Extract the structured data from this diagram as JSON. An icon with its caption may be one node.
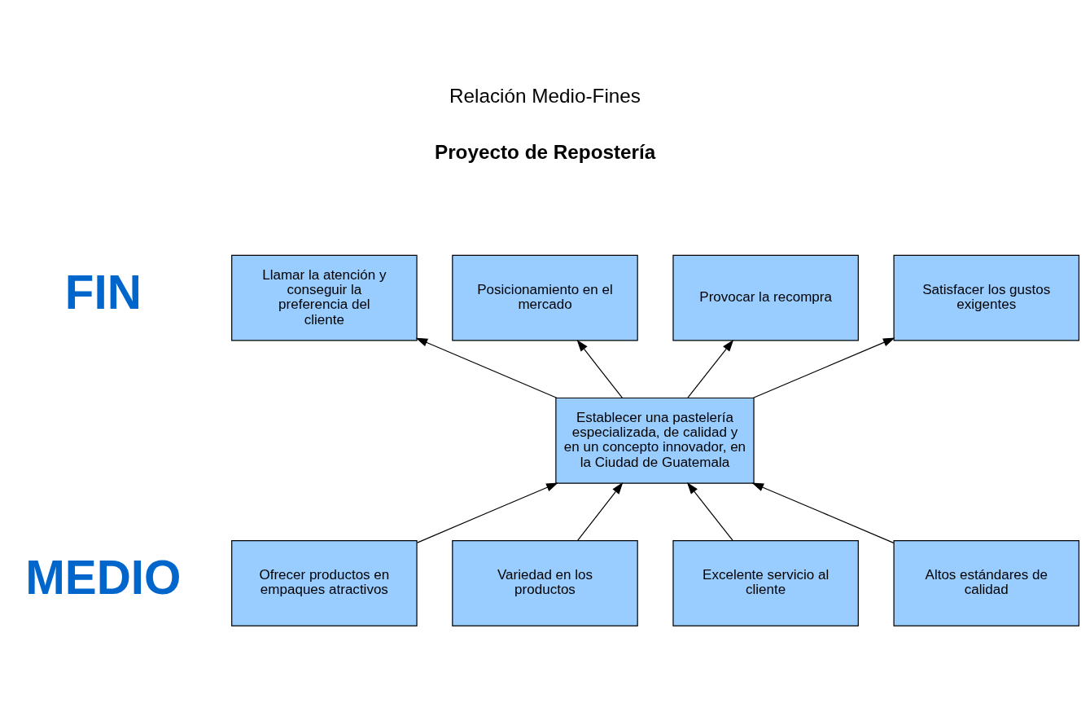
{
  "diagram": {
    "title": "Relación Medio-Fines",
    "nodes": [
      {
        "text": [
          "Llamar la atención y conseguir la preferencia del cliente"
        ]
      },
      {
        "text": [
          "Posicionamiento en el mercado"
        ]
      },
      {
        "text": [
          "Provocar la recompra"
        ]
      },
      {
        "text": [
          "Satisfacer los gustos exigentes"
        ]
      },
      {
        "text": [
          "Establecer una pastelería especializada, de calidad y en un concepto innovador, en la Ciudad de Guatemala"
        ]
      },
      {
        "text": [
          "Ofrecer productos en empaques atractivos"
        ]
      },
      {
        "text": [
          "Variedad en los productos"
        ]
      },
      {
        "text": [
          "Excelente servicio al cliente"
        ]
      },
      {
        "text": [
          "Altos estándares de calidad"
        ]
      }
    ],
    "edges": [
      {
        "from": 4,
        "to": 0,
        "arrow": "to"
      },
      {
        "from": 4,
        "to": 1,
        "arrow": "to"
      },
      {
        "from": 4,
        "to": 2,
        "arrow": "to"
      },
      {
        "from": 4,
        "to": 3,
        "arrow": "to"
      },
      {
        "from": 5,
        "to": 4,
        "arrow": "to"
      },
      {
        "from": 6,
        "to": 4,
        "arrow": "to"
      },
      {
        "from": 7,
        "to": 4,
        "arrow": "to"
      },
      {
        "from": 8,
        "to": 4,
        "arrow": "to"
      }
    ],
    "labels": [
      "Proyecto de Repostería",
      "FIN",
      "MEDIO"
    ]
  }
}
